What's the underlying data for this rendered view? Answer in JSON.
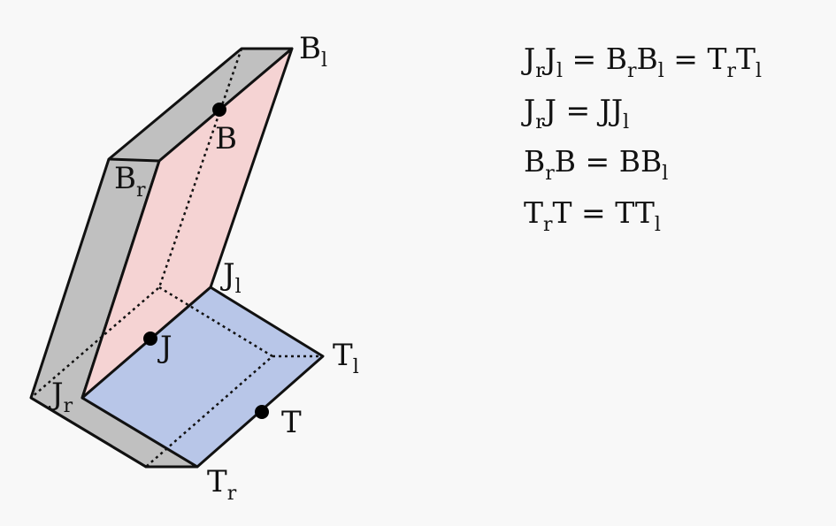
{
  "diagram": {
    "colors": {
      "background": "#f8f8f8",
      "side_panel": "#c0c0c0",
      "back_panel": "#f5d3d3",
      "floor_panel": "#b8c6e8",
      "stroke": "#111111"
    },
    "labels": {
      "B_l": {
        "main": "B",
        "sub": "l"
      },
      "B": {
        "main": "B",
        "sub": ""
      },
      "B_r": {
        "main": "B",
        "sub": "r"
      },
      "J_l": {
        "main": "J",
        "sub": "l"
      },
      "J": {
        "main": "J",
        "sub": ""
      },
      "J_r": {
        "main": "J",
        "sub": "r"
      },
      "T_l": {
        "main": "T",
        "sub": "l"
      },
      "T": {
        "main": "T",
        "sub": ""
      },
      "T_r": {
        "main": "T",
        "sub": "r"
      }
    }
  },
  "equations": [
    [
      {
        "t": "J"
      },
      {
        "t": "r",
        "sub": true
      },
      {
        "t": "J"
      },
      {
        "t": "l",
        "sub": true
      },
      {
        "t": "  =  "
      },
      {
        "t": "B"
      },
      {
        "t": "r",
        "sub": true
      },
      {
        "t": "B"
      },
      {
        "t": "l",
        "sub": true
      },
      {
        "t": "  =  "
      },
      {
        "t": "T"
      },
      {
        "t": "r",
        "sub": true
      },
      {
        "t": "T"
      },
      {
        "t": "l",
        "sub": true
      }
    ],
    [
      {
        "t": "J"
      },
      {
        "t": "r",
        "sub": true
      },
      {
        "t": "J"
      },
      {
        "t": "  =  "
      },
      {
        "t": "J"
      },
      {
        "t": "J"
      },
      {
        "t": "l",
        "sub": true
      }
    ],
    [
      {
        "t": "B"
      },
      {
        "t": "r",
        "sub": true
      },
      {
        "t": "B"
      },
      {
        "t": "  =  "
      },
      {
        "t": "B"
      },
      {
        "t": "B"
      },
      {
        "t": "l",
        "sub": true
      }
    ],
    [
      {
        "t": "T"
      },
      {
        "t": "r",
        "sub": true
      },
      {
        "t": "T"
      },
      {
        "t": "  =  "
      },
      {
        "t": "T"
      },
      {
        "t": "T"
      },
      {
        "t": "l",
        "sub": true
      }
    ]
  ]
}
